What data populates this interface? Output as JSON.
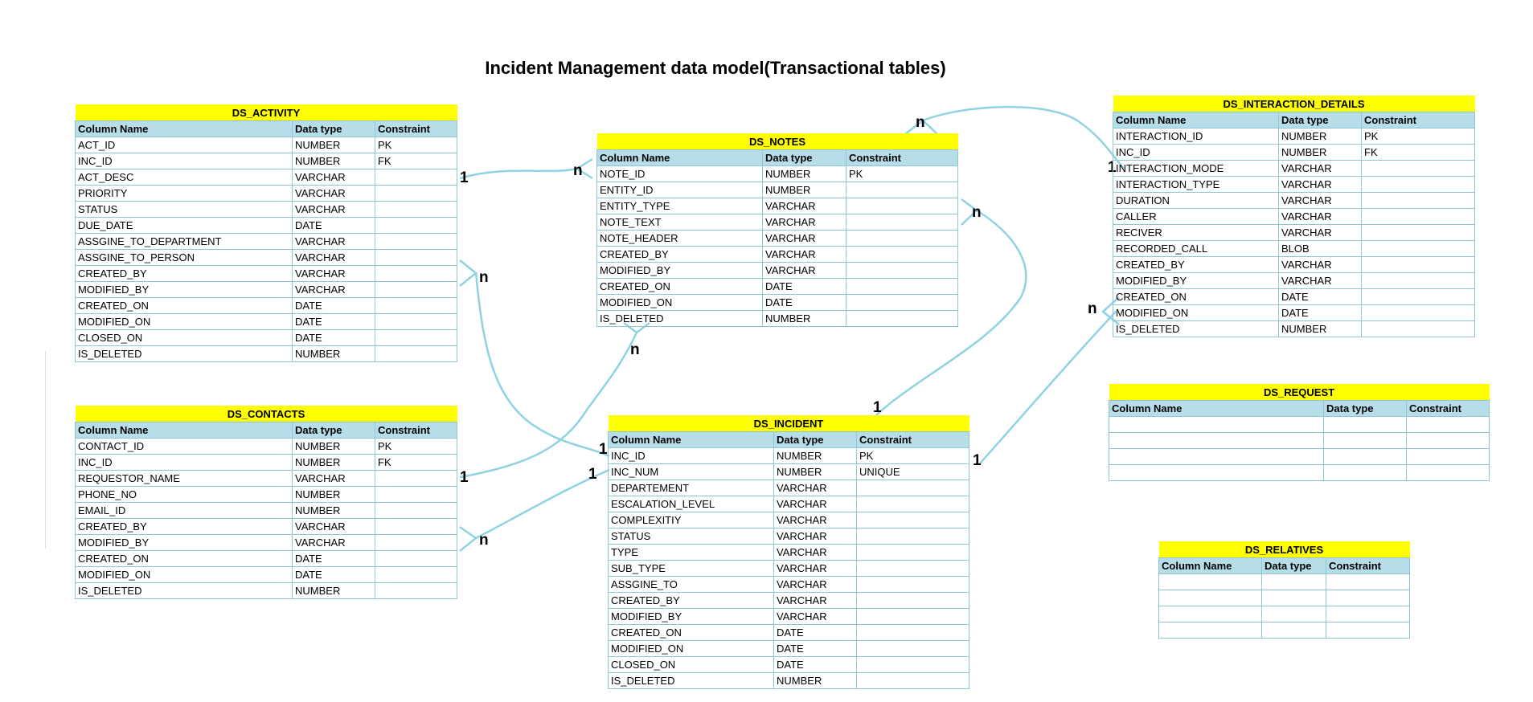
{
  "title": "Incident Management data model(Transactional tables)",
  "header": {
    "col1": "Column Name",
    "col2": "Data type",
    "col3": "Constraint"
  },
  "tables": {
    "activity": {
      "name": "DS_ACTIVITY",
      "rows": [
        [
          "ACT_ID",
          "NUMBER",
          "PK"
        ],
        [
          "INC_ID",
          "NUMBER",
          "FK"
        ],
        [
          "ACT_DESC",
          "VARCHAR",
          ""
        ],
        [
          "PRIORITY",
          "VARCHAR",
          ""
        ],
        [
          "STATUS",
          "VARCHAR",
          ""
        ],
        [
          "DUE_DATE",
          "DATE",
          ""
        ],
        [
          "ASSGINE_TO_DEPARTMENT",
          "VARCHAR",
          ""
        ],
        [
          "ASSGINE_TO_PERSON",
          "VARCHAR",
          ""
        ],
        [
          "CREATED_BY",
          "VARCHAR",
          ""
        ],
        [
          "MODIFIED_BY",
          "VARCHAR",
          ""
        ],
        [
          "CREATED_ON",
          "DATE",
          ""
        ],
        [
          "MODIFIED_ON",
          "DATE",
          ""
        ],
        [
          "CLOSED_ON",
          "DATE",
          ""
        ],
        [
          "IS_DELETED",
          "NUMBER",
          ""
        ]
      ]
    },
    "contacts": {
      "name": "DS_CONTACTS",
      "rows": [
        [
          "CONTACT_ID",
          "NUMBER",
          "PK"
        ],
        [
          "INC_ID",
          "NUMBER",
          "FK"
        ],
        [
          "REQUESTOR_NAME",
          "VARCHAR",
          ""
        ],
        [
          "PHONE_NO",
          "NUMBER",
          ""
        ],
        [
          "EMAIL_ID",
          "NUMBER",
          ""
        ],
        [
          "CREATED_BY",
          "VARCHAR",
          ""
        ],
        [
          "MODIFIED_BY",
          "VARCHAR",
          ""
        ],
        [
          "CREATED_ON",
          "DATE",
          ""
        ],
        [
          "MODIFIED_ON",
          "DATE",
          ""
        ],
        [
          "IS_DELETED",
          "NUMBER",
          ""
        ]
      ]
    },
    "notes": {
      "name": "DS_NOTES",
      "rows": [
        [
          "NOTE_ID",
          "NUMBER",
          "PK"
        ],
        [
          "ENTITY_ID",
          "NUMBER",
          ""
        ],
        [
          "ENTITY_TYPE",
          "VARCHAR",
          ""
        ],
        [
          "NOTE_TEXT",
          "VARCHAR",
          ""
        ],
        [
          "NOTE_HEADER",
          "VARCHAR",
          ""
        ],
        [
          "CREATED_BY",
          "VARCHAR",
          ""
        ],
        [
          "MODIFIED_BY",
          "VARCHAR",
          ""
        ],
        [
          "CREATED_ON",
          "DATE",
          ""
        ],
        [
          "MODIFIED_ON",
          "DATE",
          ""
        ],
        [
          "IS_DELETED",
          "NUMBER",
          ""
        ]
      ]
    },
    "incident": {
      "name": "DS_INCIDENT",
      "rows": [
        [
          "INC_ID",
          "NUMBER",
          "PK"
        ],
        [
          "INC_NUM",
          "NUMBER",
          "UNIQUE"
        ],
        [
          "DEPARTEMENT",
          "VARCHAR",
          ""
        ],
        [
          "ESCALATION_LEVEL",
          "VARCHAR",
          ""
        ],
        [
          "COMPLEXITIY",
          "VARCHAR",
          ""
        ],
        [
          "STATUS",
          "VARCHAR",
          ""
        ],
        [
          "TYPE",
          "VARCHAR",
          ""
        ],
        [
          "SUB_TYPE",
          "VARCHAR",
          ""
        ],
        [
          "ASSGINE_TO",
          "VARCHAR",
          ""
        ],
        [
          "CREATED_BY",
          "VARCHAR",
          ""
        ],
        [
          "MODIFIED_BY",
          "VARCHAR",
          ""
        ],
        [
          "CREATED_ON",
          "DATE",
          ""
        ],
        [
          "MODIFIED_ON",
          "DATE",
          ""
        ],
        [
          "CLOSED_ON",
          "DATE",
          ""
        ],
        [
          "IS_DELETED",
          "NUMBER",
          ""
        ]
      ]
    },
    "interaction": {
      "name": "DS_INTERACTION_DETAILS",
      "rows": [
        [
          "INTERACTION_ID",
          "NUMBER",
          "PK"
        ],
        [
          "INC_ID",
          "NUMBER",
          "FK"
        ],
        [
          "INTERACTION_MODE",
          "VARCHAR",
          ""
        ],
        [
          "INTERACTION_TYPE",
          "VARCHAR",
          ""
        ],
        [
          "DURATION",
          "VARCHAR",
          ""
        ],
        [
          "CALLER",
          "VARCHAR",
          ""
        ],
        [
          "RECIVER",
          "VARCHAR",
          ""
        ],
        [
          "RECORDED_CALL",
          "BLOB",
          ""
        ],
        [
          "CREATED_BY",
          "VARCHAR",
          ""
        ],
        [
          "MODIFIED_BY",
          "VARCHAR",
          ""
        ],
        [
          "CREATED_ON",
          "DATE",
          ""
        ],
        [
          "MODIFIED_ON",
          "DATE",
          ""
        ],
        [
          "IS_DELETED",
          "NUMBER",
          ""
        ]
      ]
    },
    "request": {
      "name": "DS_REQUEST",
      "rows": [
        [
          "",
          "",
          ""
        ],
        [
          "",
          "",
          ""
        ],
        [
          "",
          "",
          ""
        ],
        [
          "",
          "",
          ""
        ]
      ]
    },
    "relatives": {
      "name": "DS_RELATIVES",
      "rows": [
        [
          "",
          "",
          ""
        ],
        [
          "",
          "",
          ""
        ],
        [
          "",
          "",
          ""
        ],
        [
          "",
          "",
          ""
        ]
      ]
    }
  },
  "cardinality": {
    "one": "1",
    "many": "n"
  },
  "colors": {
    "table_title": "#ffff00",
    "header": "#b7dde8",
    "line": "#8fd3e3",
    "border": "#8fc6d7"
  }
}
